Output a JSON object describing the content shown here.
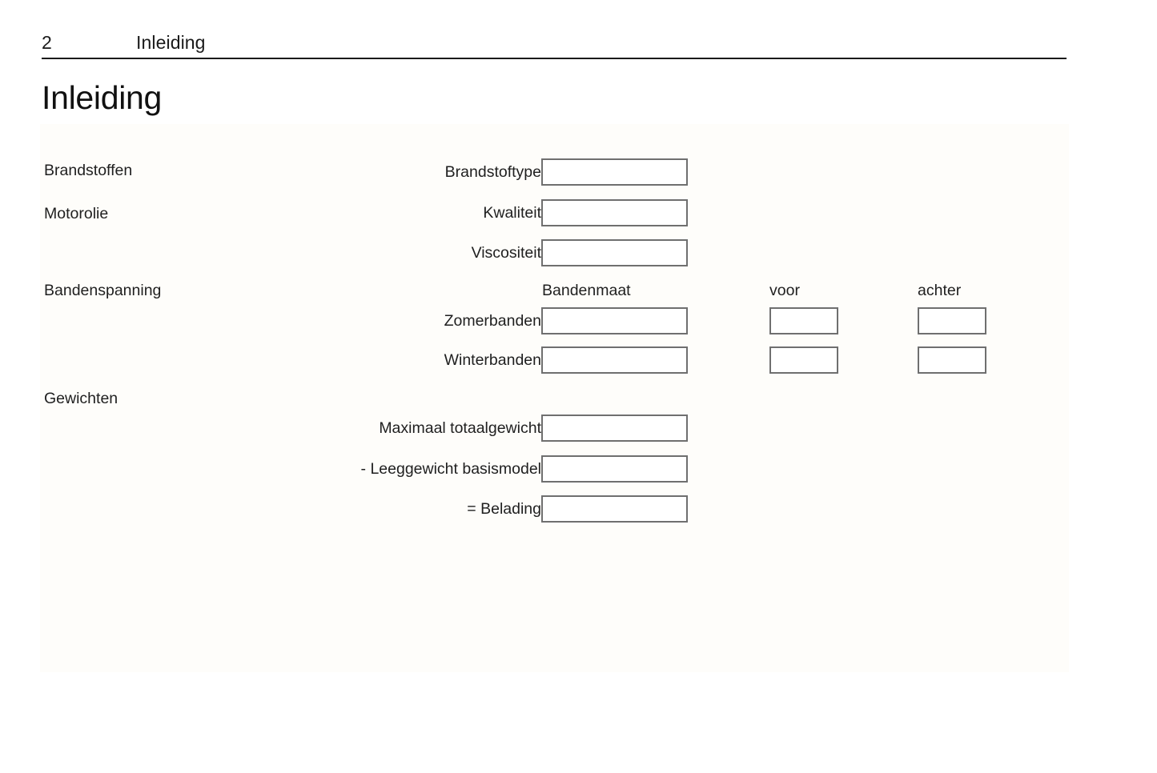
{
  "header": {
    "page_number": "2",
    "running_title": "Inleiding"
  },
  "chapter_title": "Inleiding",
  "sections": {
    "fuels": {
      "label": "Brandstoffen",
      "fields": [
        {
          "label": "Brandstoftype",
          "value": ""
        }
      ]
    },
    "engine_oil": {
      "label": "Motorolie",
      "fields": [
        {
          "label": "Kwaliteit",
          "value": ""
        },
        {
          "label": "Viscositeit",
          "value": ""
        }
      ]
    },
    "tyre_pressure": {
      "label": "Bandenspanning",
      "columns": [
        "Bandenmaat",
        "voor",
        "achter"
      ],
      "rows": [
        {
          "label": "Zomerbanden",
          "size": "",
          "front": "",
          "rear": ""
        },
        {
          "label": "Winterbanden",
          "size": "",
          "front": "",
          "rear": ""
        }
      ]
    },
    "weights": {
      "label": "Gewichten",
      "fields": [
        {
          "label": "Maximaal totaalgewicht",
          "value": ""
        },
        {
          "label": "- Leeggewicht basismodel",
          "value": ""
        },
        {
          "label": "= Belading",
          "value": ""
        }
      ]
    }
  },
  "colors": {
    "text": "#1f1f1f",
    "rule": "#1a1a1a",
    "box_border": "#6f6f6f",
    "panel_tint": "#fefdfa",
    "page_background": "#ffffff"
  }
}
